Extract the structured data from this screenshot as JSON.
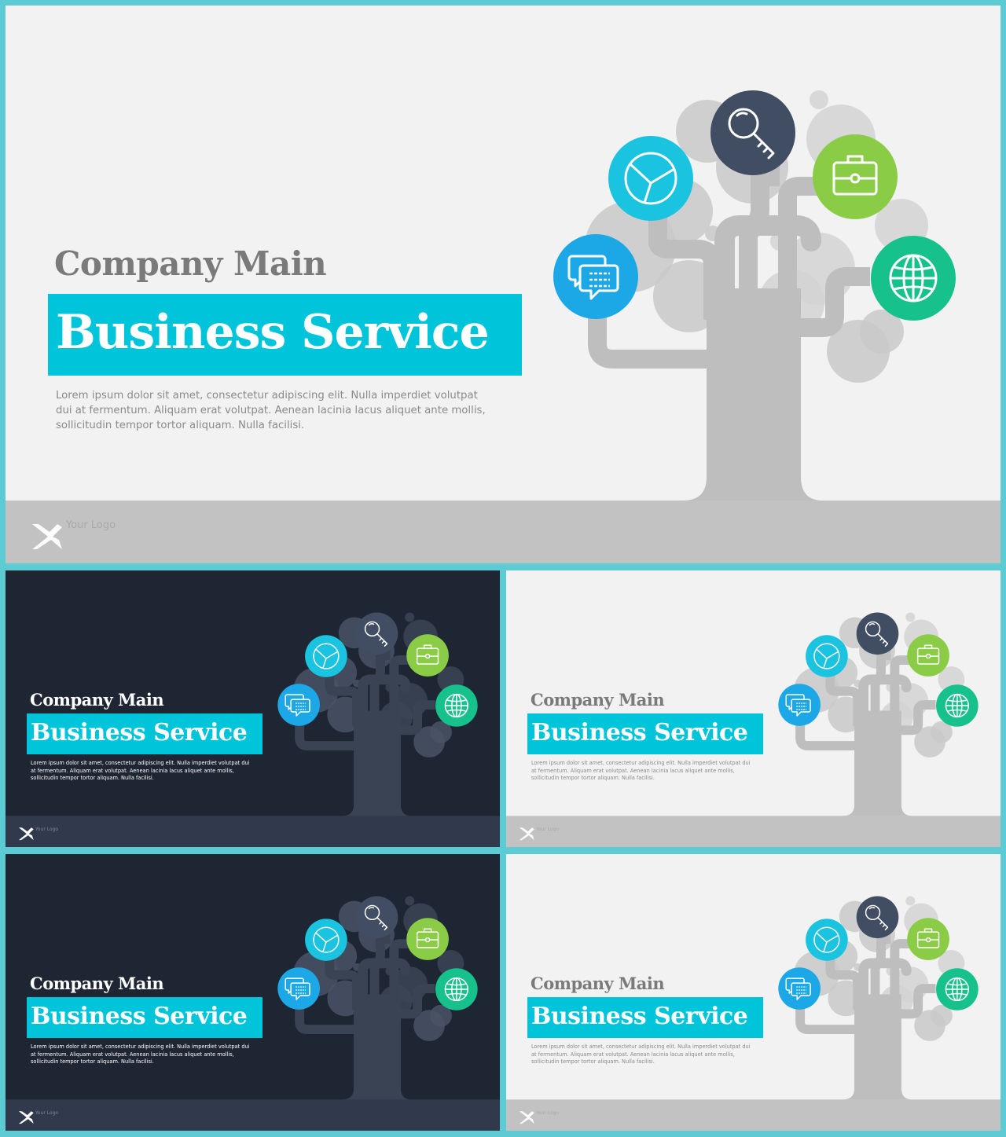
{
  "title_line1": "Company Main",
  "title_line2": "Business Service",
  "body": "Lorem ipsum dolor sit amet, consectetur adipiscing elit. Nulla imperdiet volutpat dui at fermentum. Aliquam erat volutpat. Aenean lacinia lacus aliquet ante mollis, sollicitudin tempor tortor aliquam. Nulla facilisi.",
  "logo_text": "Your Logo",
  "colors": {
    "border": "#5ccbd3",
    "banner": "#00c4da",
    "light_bg": "#f2f2f2",
    "light_footer": "#c2c2c2",
    "light_tree": "#bebebe",
    "dark_bg": "#1f2633",
    "dark_footer": "#313a4d",
    "dark_tree": "#3a4354",
    "circle_cyan": "#1ac3df",
    "circle_navy": "#414d63",
    "circle_lime": "#8acc46",
    "circle_blue": "#1ca7e6",
    "circle_green": "#16c18b"
  },
  "icons": [
    "chat-icon",
    "pie-chart-icon",
    "search-key-icon",
    "briefcase-icon",
    "globe-icon"
  ],
  "slides": [
    {
      "id": "main",
      "theme": "light"
    },
    {
      "id": "a",
      "theme": "dark"
    },
    {
      "id": "b",
      "theme": "light"
    },
    {
      "id": "c",
      "theme": "dark"
    },
    {
      "id": "d",
      "theme": "light"
    }
  ]
}
